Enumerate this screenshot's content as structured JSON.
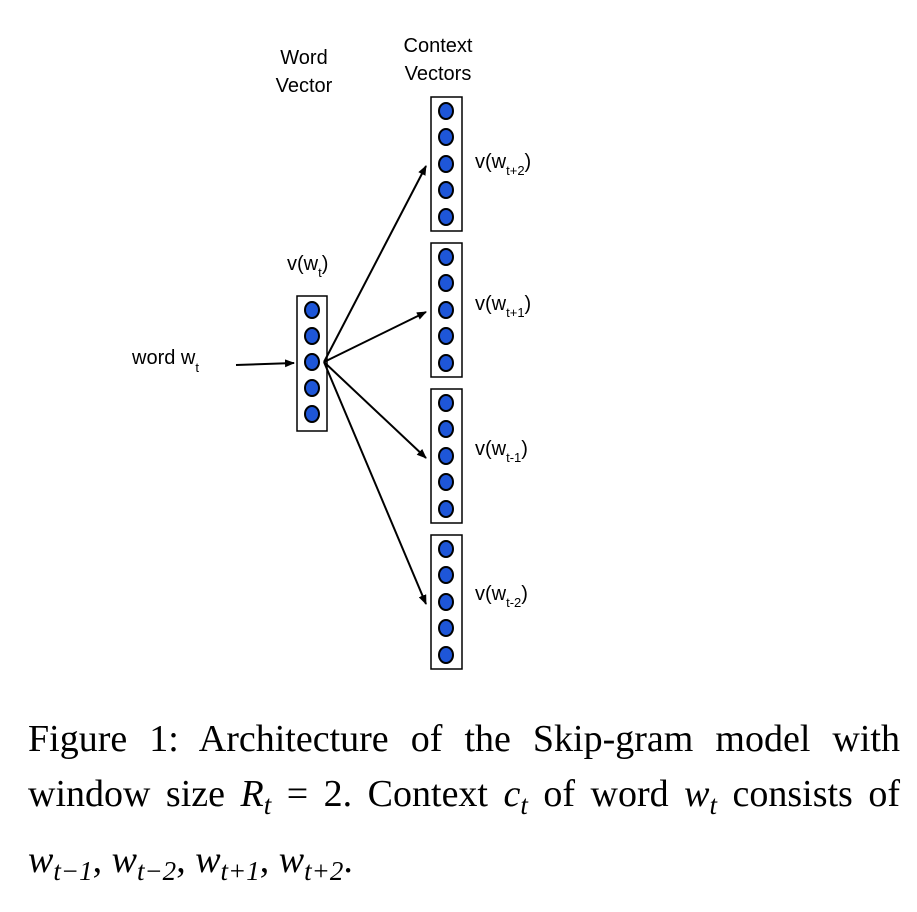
{
  "labels": {
    "word_vector_line1": "Word",
    "word_vector_line2": "Vector",
    "context_vectors_line1": "Context",
    "context_vectors_line2": "Vectors",
    "input_word_prefix": "word w",
    "input_word_sub": "t",
    "center_vector_prefix": "v(w",
    "center_vector_sub": "t",
    "center_vector_suffix": ")"
  },
  "context_vectors": [
    {
      "prefix": "v(w",
      "sub": "t+2",
      "suffix": ")"
    },
    {
      "prefix": "v(w",
      "sub": "t+1",
      "suffix": ")"
    },
    {
      "prefix": "v(w",
      "sub": "t-1",
      "suffix": ")"
    },
    {
      "prefix": "v(w",
      "sub": "t-2",
      "suffix": ")"
    }
  ],
  "colors": {
    "node_fill": "#1E56D8",
    "node_stroke": "#000000",
    "line": "#000000"
  },
  "caption": {
    "t1": "Figure 1:  Architecture of the Skip-gram model with window size ",
    "R": "R",
    "R_sub": "t",
    "t2": " = 2.  Context ",
    "c": "c",
    "c_sub": "t",
    "t3": " of word ",
    "w": "w",
    "w_sub": "t",
    "t4": " consists of ",
    "w1": "w",
    "w1_sub": "t−1",
    "sep1": ", ",
    "w2": "w",
    "w2_sub": "t−2",
    "sep2": ", ",
    "w3": "w",
    "w3_sub": "t+1",
    "sep3": ", ",
    "w4": "w",
    "w4_sub": "t+2",
    "end": "."
  }
}
